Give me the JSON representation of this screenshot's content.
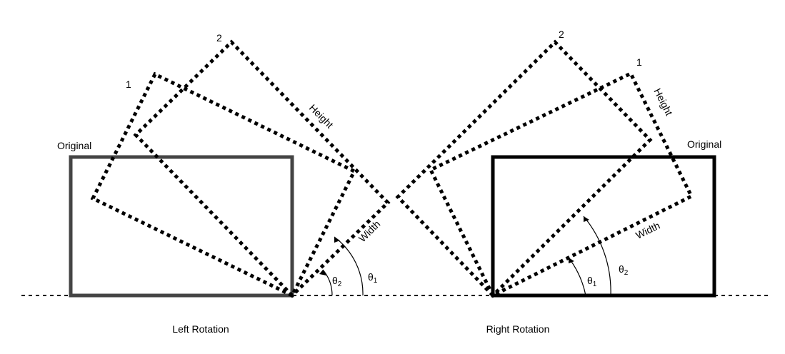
{
  "left": {
    "caption": "Left Rotation",
    "original_label": "Original",
    "rect1_label": "1",
    "rect2_label": "2",
    "height_label": "Height",
    "width_label": "Width",
    "theta_small": {
      "symbol": "θ",
      "sub": "2"
    },
    "theta_large": {
      "symbol": "θ",
      "sub": "1"
    },
    "original_color": "#444444"
  },
  "right": {
    "caption": "Right Rotation",
    "original_label": "Original",
    "rect1_label": "1",
    "rect2_label": "2",
    "height_label": "Height",
    "width_label": "Width",
    "theta_small": {
      "symbol": "θ",
      "sub": "1"
    },
    "theta_large": {
      "symbol": "θ",
      "sub": "2"
    },
    "original_color": "#000000"
  }
}
